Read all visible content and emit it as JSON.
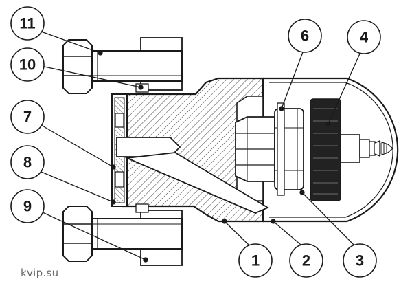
{
  "callouts": [
    {
      "id": "c11",
      "number": "11"
    },
    {
      "id": "c10",
      "number": "10"
    },
    {
      "id": "c7",
      "number": "7"
    },
    {
      "id": "c8",
      "number": "8"
    },
    {
      "id": "c9",
      "number": "9"
    },
    {
      "id": "c1",
      "number": "1"
    },
    {
      "id": "c2",
      "number": "2"
    },
    {
      "id": "c3",
      "number": "3"
    },
    {
      "id": "c4",
      "number": "4"
    },
    {
      "id": "c6",
      "number": "6"
    }
  ],
  "watermark": "kvip.su",
  "colors": {
    "line": "#1a1a1a",
    "hatch": "#3a3a3a",
    "fill": "#ffffff",
    "rubber": "#222222"
  }
}
